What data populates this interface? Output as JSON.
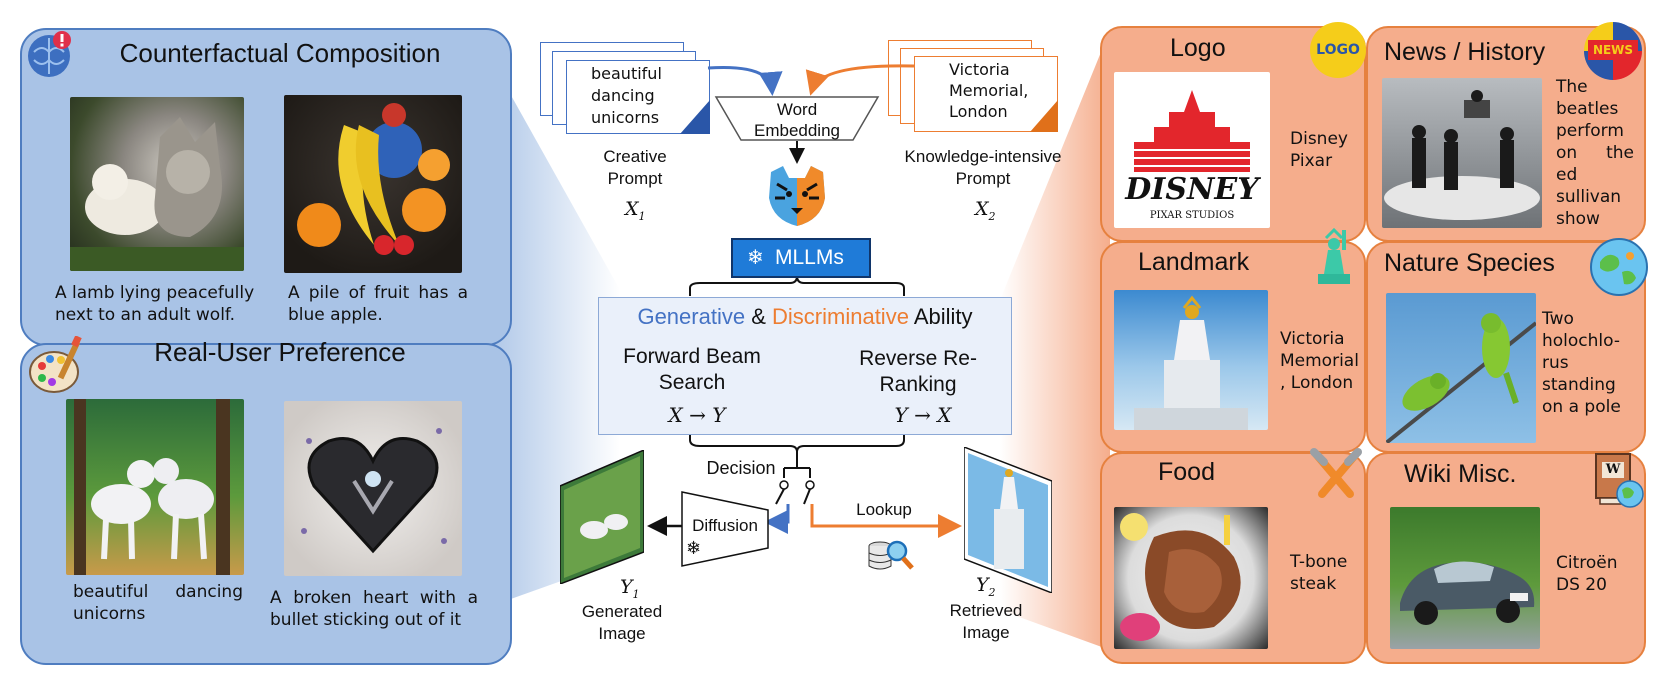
{
  "left": {
    "counterfactual": {
      "title": "Counterfactual Composition",
      "captions": [
        "A lamb lying peacefully next to an adult wolf.",
        "A pile of fruit has a blue apple."
      ]
    },
    "preference": {
      "title": "Real-User Preference",
      "captions": [
        "beautiful dancing unicorns",
        "A broken heart with a bullet sticking out of it"
      ]
    }
  },
  "center": {
    "creative_prompt_card": "beautiful dancing unicorns",
    "knowledge_prompt_card": "Victoria Memorial, London",
    "word_embedding": "Word Embedding",
    "creative_prompt_label": "Creative Prompt",
    "knowledge_prompt_label": "Knowledge-intensive Prompt",
    "x1": "X",
    "x1_sub": "1",
    "x2": "X",
    "x2_sub": "2",
    "mllms": "MLLMs",
    "ability_generative": "Generative",
    "ability_amp": "&",
    "ability_discriminative": "Discriminative",
    "ability_word": "Ability",
    "forward": "Forward Beam Search",
    "forward_formula": "X → Y",
    "reverse": "Reverse Re-Ranking",
    "reverse_formula": "Y → X",
    "decision": "Decision",
    "diffusion": "Diffusion",
    "lookup": "Lookup",
    "y1": "Y",
    "y1_sub": "1",
    "y2": "Y",
    "y2_sub": "2",
    "generated": "Generated Image",
    "retrieved": "Retrieved Image"
  },
  "right": {
    "logo": {
      "title": "Logo",
      "badge": "LOGO",
      "label": "Disney Pixar",
      "image_text": "DISNEY",
      "image_subtext": "PIXAR STUDIOS"
    },
    "news": {
      "title": "News / History",
      "badge": "NEWS",
      "label": "The beatles perform on the ed sullivan show"
    },
    "landmark": {
      "title": "Landmark",
      "label": "Victoria Memorial , London"
    },
    "nature": {
      "title": "Nature Species",
      "label": "Two holochlo- rus standing on a pole"
    },
    "food": {
      "title": "Food",
      "label": "T-bone steak"
    },
    "wiki": {
      "title": "Wiki Misc.",
      "badge": "W",
      "label": "Citroën DS 20"
    }
  },
  "colors": {
    "blue_panel": "#a9c3e6",
    "blue_border": "#4f7dc0",
    "orange_panel": "#f5ad8c",
    "orange_border": "#e6813f",
    "generative": "#4472c4",
    "discriminative": "#ed7d31",
    "mllm_box": "#1f7bd8"
  }
}
